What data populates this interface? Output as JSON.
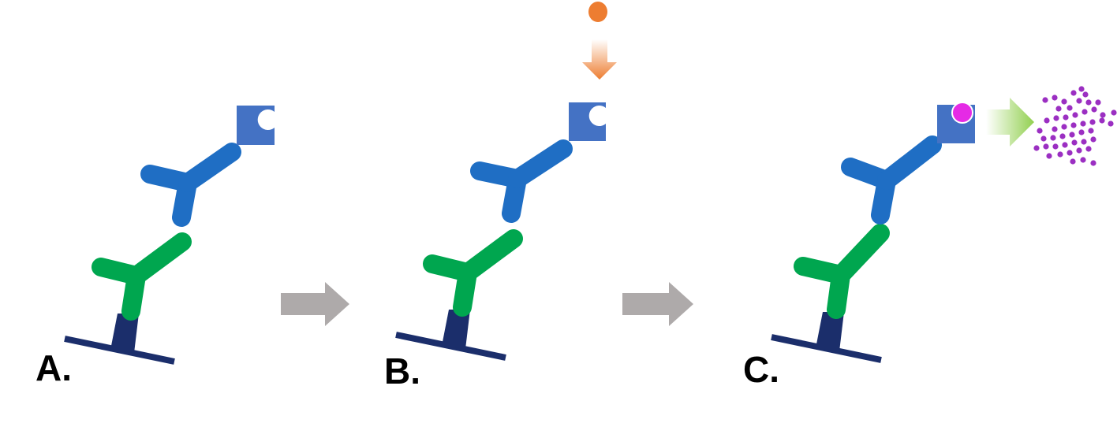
{
  "panels": [
    {
      "label": "A.",
      "state": "enzyme-free"
    },
    {
      "label": "B.",
      "state": "substrate-approaching"
    },
    {
      "label": "C.",
      "state": "substrate-bound-signal"
    }
  ],
  "colors": {
    "plate": "#1b2e6b",
    "capture_stem": "#1b2e6b",
    "primary_antibody": "#00a64f",
    "secondary_antibody": "#1f6ec4",
    "enzyme": "#4472c4",
    "substrate": "#ed7d31",
    "bound_substrate": "#e52ae5",
    "product_dots": "#9b2fc2",
    "step_arrow": "#aeaaaa",
    "drop_arrow": "#f4a46b",
    "signal_arrow": "#92d050"
  },
  "icons": {
    "step_arrow": "right-arrow-icon",
    "drop_arrow": "down-arrow-icon",
    "signal_arrow": "signal-arrow-icon"
  }
}
